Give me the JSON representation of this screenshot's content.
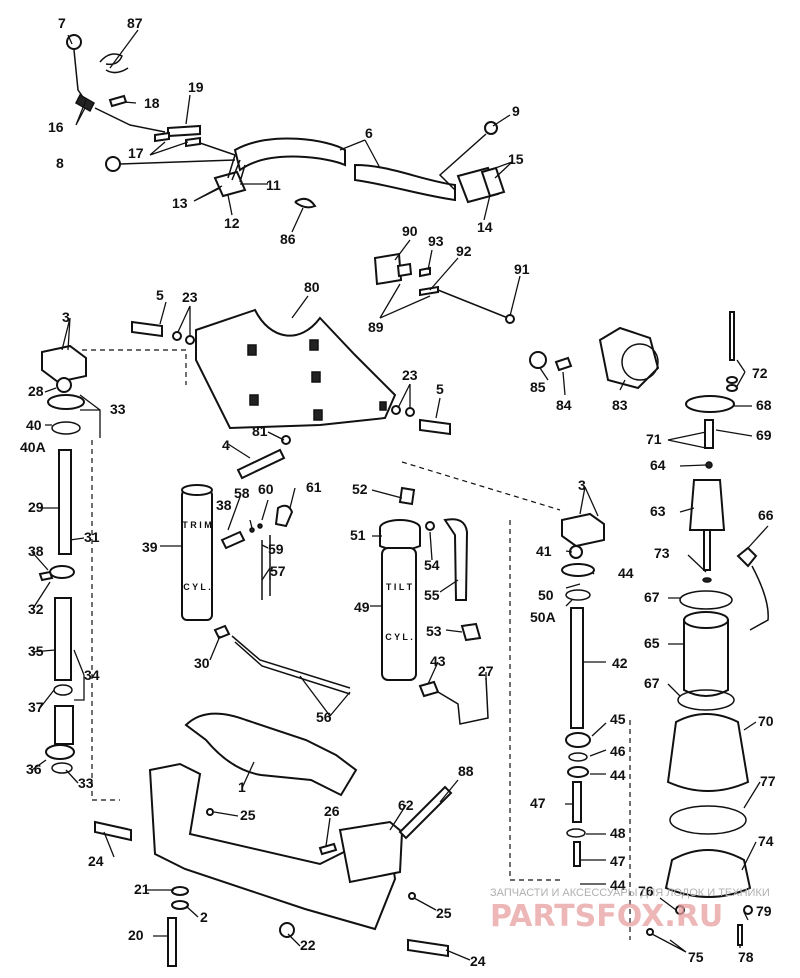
{
  "labels": [
    "1",
    "2",
    "3",
    "4",
    "5",
    "6",
    "7",
    "8",
    "9",
    "11",
    "12",
    "13",
    "14",
    "15",
    "16",
    "17",
    "18",
    "19",
    "20",
    "21",
    "22",
    "23",
    "24",
    "25",
    "26",
    "27",
    "28",
    "29",
    "30",
    "31",
    "32",
    "33",
    "34",
    "35",
    "36",
    "37",
    "38",
    "39",
    "40",
    "40A",
    "41",
    "42",
    "43",
    "44",
    "45",
    "46",
    "47",
    "48",
    "49",
    "50",
    "50A",
    "51",
    "52",
    "53",
    "54",
    "55",
    "56",
    "57",
    "58",
    "59",
    "60",
    "61",
    "62",
    "63",
    "64",
    "65",
    "66",
    "67",
    "68",
    "69",
    "70",
    "71",
    "72",
    "73",
    "74",
    "75",
    "76",
    "77",
    "78",
    "79",
    "80",
    "81",
    "83",
    "84",
    "85",
    "86",
    "87",
    "88",
    "89",
    "90",
    "91",
    "92",
    "93"
  ],
  "cylinder_text": {
    "trim": "TRIM CYL.",
    "tilt": "TILT CYL."
  },
  "watermark": {
    "top": "ЗАПЧАСТИ И АКСЕССУАРЫ ДЛЯ ЛОДОК И ТЕХНИКИ",
    "logo": "PARTSFOX.RU"
  }
}
